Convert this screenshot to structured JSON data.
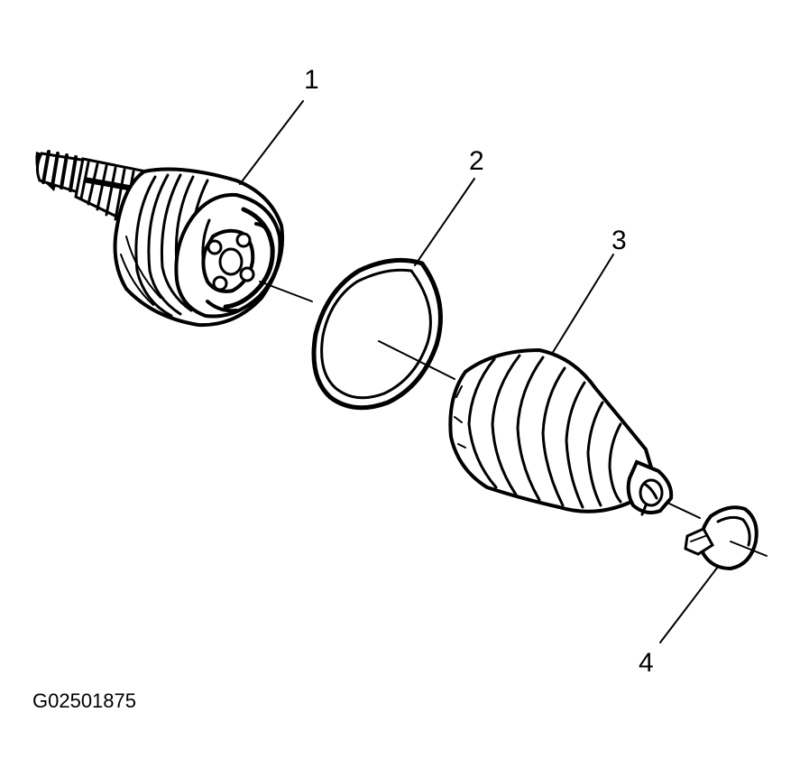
{
  "callouts": [
    "1",
    "2",
    "3",
    "4"
  ],
  "figure_id": "G02501875",
  "colors": {
    "ink": "#000000",
    "paper": "#ffffff"
  }
}
